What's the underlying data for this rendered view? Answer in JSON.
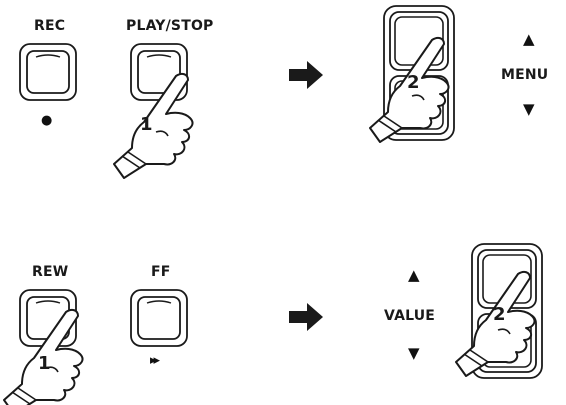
{
  "top": {
    "rec_label": "REC",
    "play_stop_label": "PLAY/STOP",
    "menu_label": "MENU",
    "menu_up_symbol": "▲",
    "menu_down_symbol": "▼",
    "rec_indicator_symbol": "●",
    "step_1": "1",
    "step_2": "2"
  },
  "bottom": {
    "rew_label": "REW",
    "ff_label": "FF",
    "value_label": "VALUE",
    "value_up_symbol": "▲",
    "value_down_symbol": "▼",
    "ff_symbol": "▸▸",
    "step_1": "1",
    "step_2": "2"
  },
  "icons": {
    "arrow": "right-arrow-icon",
    "hand": "pointing-hand-icon",
    "button": "panel-button"
  },
  "colors": {
    "stroke": "#1a1a1a",
    "fill": "#ffffff"
  }
}
